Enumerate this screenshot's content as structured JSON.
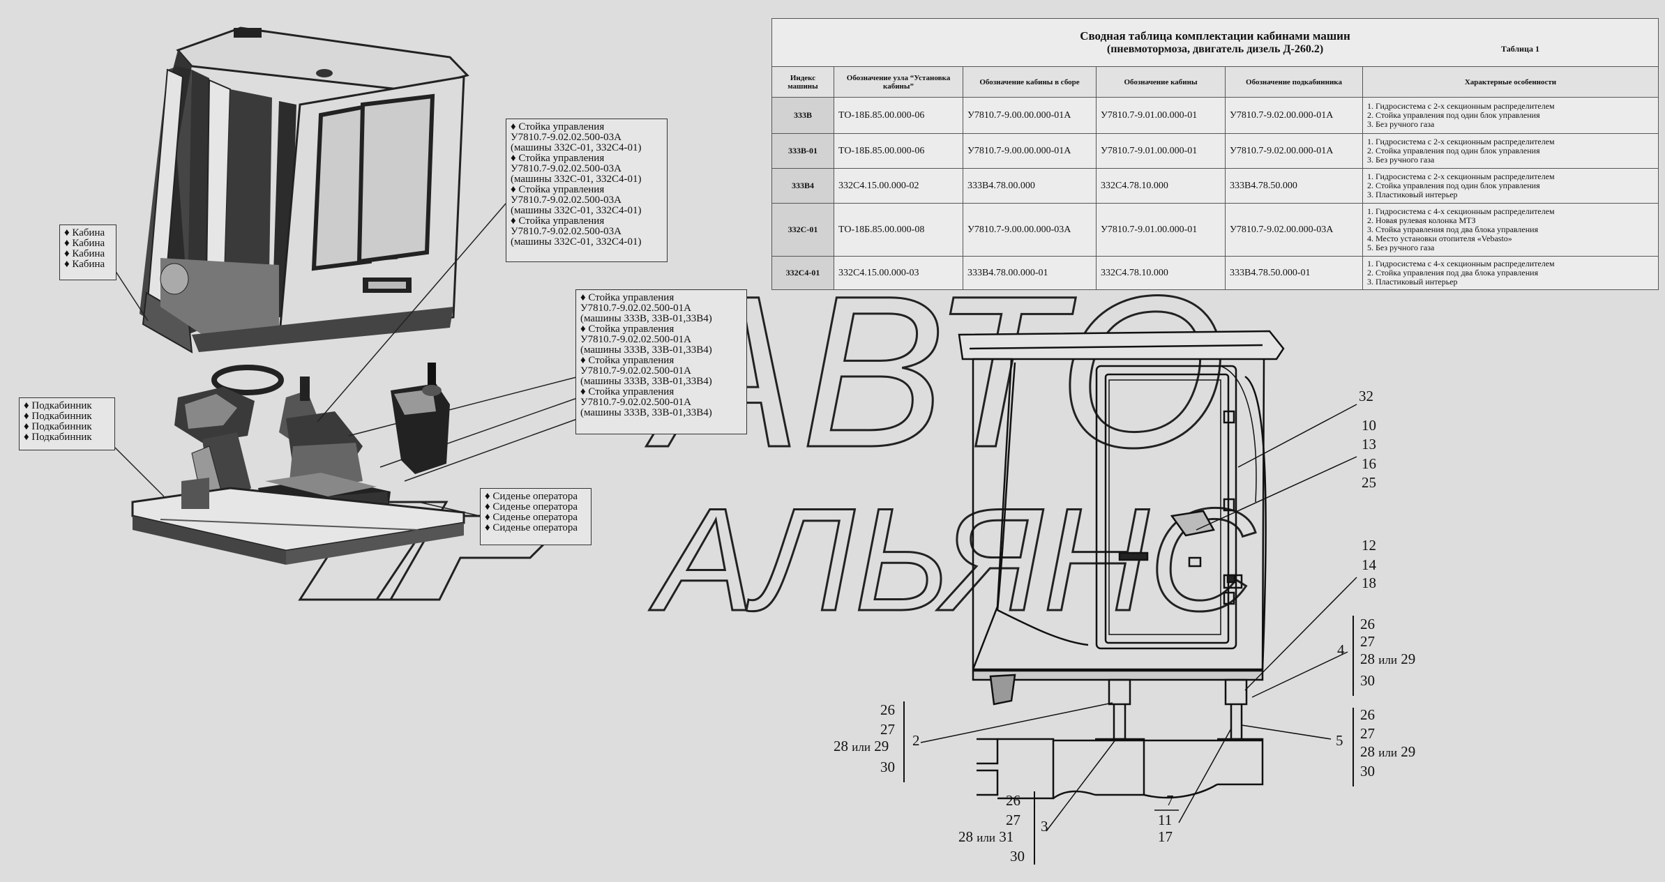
{
  "table": {
    "title": "Сводная таблица комплектации кабинами машин",
    "subtitle": "(пневмотормоза, двигатель дизель Д-260.2)",
    "table_no": "Таблица 1",
    "headers": [
      "Индекс машины",
      "Обозначение узла “Установка кабины”",
      "Обозначение кабины в сборе",
      "Обозначение кабины",
      "Обозначение подкабинника",
      "Характерные особенности"
    ],
    "rows": [
      {
        "index": "333В",
        "unit": "ТО-18Б.85.00.000-06",
        "assembly": "У7810.7-9.00.00.000-01А",
        "cab": "У7810.7-9.01.00.000-01",
        "subcab": "У7810.7-9.02.00.000-01А",
        "features": [
          "1. Гидросистема с 2-х секционным распределителем",
          "2. Стойка управления под один блок управления",
          "3. Без ручного газа"
        ]
      },
      {
        "index": "333В-01",
        "unit": "ТО-18Б.85.00.000-06",
        "assembly": "У7810.7-9.00.00.000-01А",
        "cab": "У7810.7-9.01.00.000-01",
        "subcab": "У7810.7-9.02.00.000-01А",
        "features": [
          "1. Гидросистема с 2-х секционным распределителем",
          "2. Стойка управления под один блок управления",
          "3. Без ручного газа"
        ]
      },
      {
        "index": "333В4",
        "unit": "332С4.15.00.000-02",
        "assembly": "333В4.78.00.000",
        "cab": "332С4.78.10.000",
        "subcab": "333В4.78.50.000",
        "features": [
          "1. Гидросистема с 2-х секционным распределителем",
          "2. Стойка управления под один блок управления",
          "3. Пластиковый интерьер"
        ]
      },
      {
        "index": "332С-01",
        "unit": "ТО-18Б.85.00.000-08",
        "assembly": "У7810.7-9.00.00.000-03А",
        "cab": "У7810.7-9.01.00.000-01",
        "subcab": "У7810.7-9.02.00.000-03А",
        "features": [
          "1. Гидросистема с 4-х секционным распределителем",
          "2. Новая рулевая колонка МТЗ",
          "3. Стойка управления под два блока управления",
          "4. Место установки отопителя «Vebasto»",
          "5. Без ручного газа"
        ]
      },
      {
        "index": "332С4-01",
        "unit": "332С4.15.00.000-03",
        "assembly": "333В4.78.00.000-01",
        "cab": "332С4.78.10.000",
        "subcab": "333В4.78.50.000-01",
        "features": [
          "1. Гидросистема с 4-х секционным распределителем",
          "2. Стойка управления под два блока управления",
          "3. Пластиковый интерьер"
        ]
      }
    ]
  },
  "labels": {
    "cab": [
      "♦ Кабина",
      "♦ Кабина",
      "♦ Кабина",
      "♦ Кабина"
    ],
    "subcab": [
      "♦ Подкабинник",
      "♦ Подкабинник",
      "♦ Подкабинник",
      "♦ Подкабинник"
    ],
    "rack_03a": [
      "♦ Стойка управления",
      "У7810.7-9.02.02.500-03А",
      "(машины 332С-01, 332С4-01)",
      "♦ Стойка управления",
      "У7810.7-9.02.02.500-03А",
      "(машины 332С-01, 332С4-01)",
      "♦ Стойка управления",
      "У7810.7-9.02.02.500-03А",
      "(машины 332С-01, 332С4-01)",
      "♦ Стойка управления",
      "У7810.7-9.02.02.500-03А",
      "(машины 332С-01, 332С4-01)"
    ],
    "rack_01a": [
      "♦ Стойка управления",
      "У7810.7-9.02.02.500-01А",
      "(машины 333В, 33В-01,33В4)",
      "♦ Стойка управления",
      "У7810.7-9.02.02.500-01А",
      "(машины 333В, 33В-01,33В4)",
      "♦ Стойка управления",
      "У7810.7-9.02.02.500-01А",
      "(машины 333В, 33В-01,33В4)",
      "♦ Стойка управления",
      "У7810.7-9.02.02.500-01А",
      "(машины 333В, 33В-01,33В4)"
    ],
    "seat": [
      "♦ Сиденье оператора",
      "♦ Сиденье оператора",
      "♦ Сиденье оператора",
      "♦ Сиденье оператора"
    ]
  },
  "watermark": {
    "line1": "АВТО",
    "line2": "АЛЬЯНС"
  },
  "callouts": {
    "top_right": [
      "32",
      "10",
      "13",
      "16",
      "25"
    ],
    "mid_right": [
      "12",
      "14",
      "18"
    ],
    "four": "4",
    "group_r1": [
      "26",
      "27",
      "28",
      "или",
      "29",
      "30"
    ],
    "five": "5",
    "group_r2": [
      "26",
      "27",
      "28",
      "или",
      "29",
      "30"
    ],
    "two": "2",
    "group_l1": [
      "26",
      "27",
      "28",
      "или",
      "29",
      "30"
    ],
    "three": "3",
    "group_l2": [
      "26",
      "27",
      "28",
      "или",
      "31",
      "30"
    ],
    "seven": [
      "7",
      "11",
      "17"
    ]
  }
}
